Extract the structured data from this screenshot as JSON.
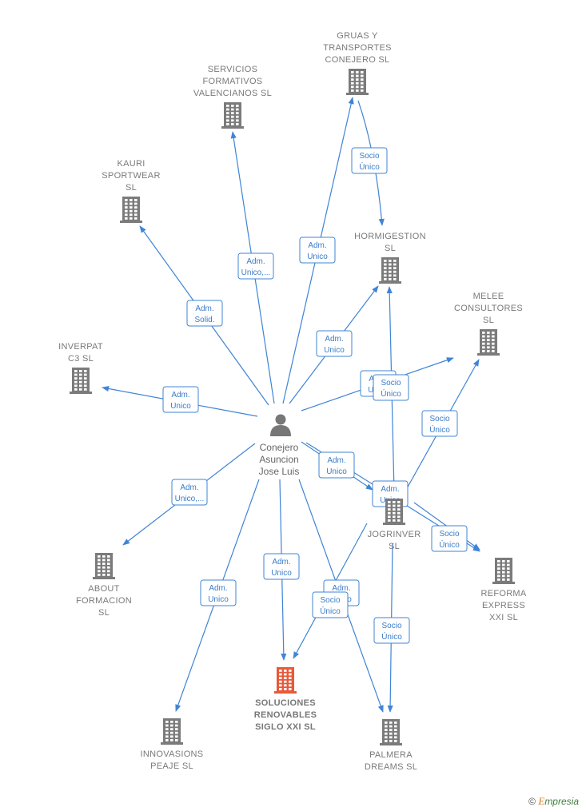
{
  "person": {
    "lines": [
      "Conejero",
      "Asuncion",
      "Jose Luis"
    ]
  },
  "companies": [
    {
      "id": "gruas",
      "lines": [
        "GRUAS Y",
        "TRANSPORTES",
        "CONEJERO  SL"
      ],
      "highlight": false
    },
    {
      "id": "servicios",
      "lines": [
        "SERVICIOS",
        "FORMATIVOS",
        "VALENCIANOS SL"
      ],
      "highlight": false
    },
    {
      "id": "kauri",
      "lines": [
        "KAURI",
        "SPORTWEAR",
        "SL"
      ],
      "highlight": false
    },
    {
      "id": "hormigestion",
      "lines": [
        "HORMIGESTION",
        "SL"
      ],
      "highlight": false
    },
    {
      "id": "melee",
      "lines": [
        "MELEE",
        "CONSULTORES",
        "SL"
      ],
      "highlight": false
    },
    {
      "id": "inverpat",
      "lines": [
        "INVERPAT",
        "C3  SL"
      ],
      "highlight": false
    },
    {
      "id": "jogrinver",
      "lines": [
        "JOGRINVER",
        "SL"
      ],
      "highlight": false
    },
    {
      "id": "about",
      "lines": [
        "ABOUT",
        "FORMACION",
        "SL"
      ],
      "highlight": false
    },
    {
      "id": "reforma",
      "lines": [
        "REFORMA",
        "EXPRESS",
        "XXI  SL"
      ],
      "highlight": false
    },
    {
      "id": "soluciones",
      "lines": [
        "SOLUCIONES",
        "RENOVABLES",
        "SIGLO XXI  SL"
      ],
      "highlight": true
    },
    {
      "id": "innovasions",
      "lines": [
        "INNOVASIONS",
        "PEAJE SL"
      ],
      "highlight": false
    },
    {
      "id": "palmera",
      "lines": [
        "PALMERA",
        "DREAMS  SL"
      ],
      "highlight": false
    }
  ],
  "edges": [
    {
      "from": "person",
      "to": "gruas",
      "label": [
        "Adm.",
        "Unico"
      ]
    },
    {
      "from": "person",
      "to": "servicios",
      "label": [
        "Adm.",
        "Unico,..."
      ]
    },
    {
      "from": "person",
      "to": "kauri",
      "label": [
        "Adm.",
        "Solid."
      ]
    },
    {
      "from": "person",
      "to": "hormigestion",
      "label": [
        "Adm.",
        "Unico"
      ]
    },
    {
      "from": "person",
      "to": "melee",
      "label": [
        "Adm.",
        "Unico"
      ]
    },
    {
      "from": "person",
      "to": "inverpat",
      "label": [
        "Adm.",
        "Unico"
      ]
    },
    {
      "from": "person",
      "to": "jogrinver",
      "label": [
        "Adm.",
        "Unico"
      ]
    },
    {
      "from": "person",
      "to": "reforma",
      "label": [
        "Adm.",
        "Unico"
      ]
    },
    {
      "from": "person",
      "to": "about",
      "label": [
        "Adm.",
        "Unico,..."
      ]
    },
    {
      "from": "person",
      "to": "soluciones",
      "label": [
        "Adm.",
        "Unico"
      ]
    },
    {
      "from": "person",
      "to": "innovasions",
      "label": [
        "Adm.",
        "Unico"
      ]
    },
    {
      "from": "person",
      "to": "palmera",
      "label": [
        "Adm.",
        "Unico"
      ]
    },
    {
      "from": "gruas",
      "to": "hormigestion",
      "label": [
        "Socio",
        "Único"
      ]
    },
    {
      "from": "jogrinver",
      "to": "hormigestion",
      "label": [
        "Socio",
        "Único"
      ]
    },
    {
      "from": "jogrinver",
      "to": "melee",
      "label": [
        "Socio",
        "Único"
      ]
    },
    {
      "from": "jogrinver",
      "to": "reforma",
      "label": [
        "Socio",
        "Único"
      ]
    },
    {
      "from": "jogrinver",
      "to": "soluciones",
      "label": [
        "Socio",
        "Único"
      ]
    },
    {
      "from": "jogrinver",
      "to": "palmera",
      "label": [
        "Socio",
        "Único"
      ]
    }
  ],
  "footer": {
    "symbol": "©",
    "brand_initial": "E",
    "brand_rest": "mpresia"
  },
  "colors": {
    "edge": "#3f84d6",
    "building": "#7b7b7b",
    "building_highlight": "#e8593a",
    "person": "#777777"
  }
}
